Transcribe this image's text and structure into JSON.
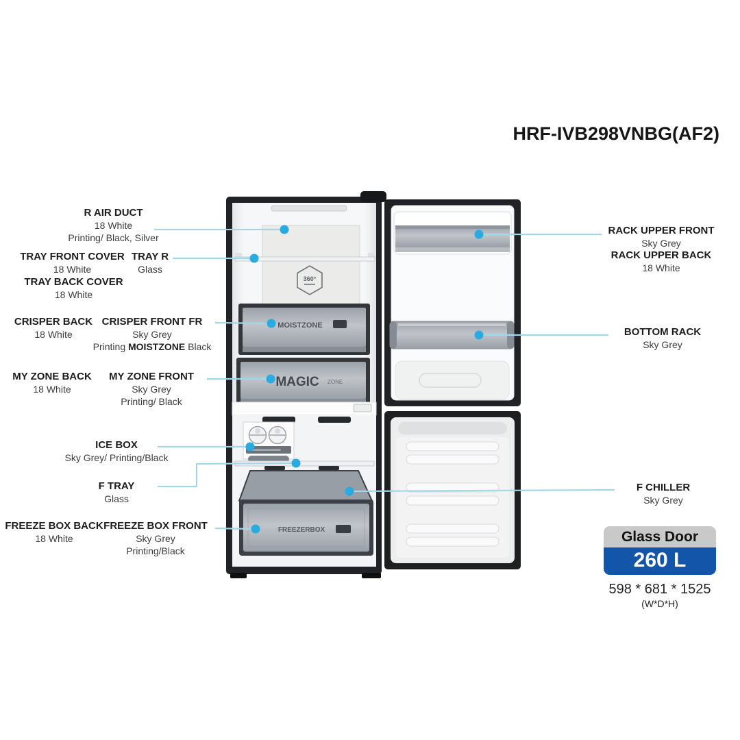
{
  "title": "HRF-IVB298VNBG(AF2)",
  "colors": {
    "accent_dot": "#29abe2",
    "leader_line": "#a5d6e8",
    "badge_blue": "#1355a8",
    "badge_grey": "#c9c9c9"
  },
  "parts": {
    "r_air_duct": {
      "name": "R AIR DUCT",
      "c1": "18 White",
      "c2": "Printing/ Black, Silver"
    },
    "tray_front_cover": {
      "name": "TRAY FRONT COVER",
      "c1": "18 White"
    },
    "tray_r": {
      "name": "TRAY R",
      "c1": "Glass"
    },
    "tray_back_cover": {
      "name": "TRAY BACK COVER",
      "c1": "18 White"
    },
    "crisper_back": {
      "name": "CRISPER BACK",
      "c1": "18 White"
    },
    "crisper_front_fr": {
      "name": "CRISPER FRONT FR",
      "c1": "Sky Grey",
      "c2a": "Printing ",
      "c2b": "MOISTZONE",
      "c2c": " Black"
    },
    "my_zone_back": {
      "name": "MY ZONE  BACK",
      "c1": "18 White"
    },
    "my_zone_front": {
      "name": "MY ZONE  FRONT",
      "c1": "Sky Grey",
      "c2": "Printing/ Black"
    },
    "ice_box": {
      "name": "ICE BOX",
      "c1": "Sky Grey/ Printing/Black"
    },
    "f_tray": {
      "name": "F TRAY",
      "c1": "Glass"
    },
    "freeze_box_back": {
      "name": "FREEZE BOX BACK",
      "c1": "18 White"
    },
    "freeze_box_front": {
      "name": "FREEZE BOX FRONT",
      "c1": "Sky Grey",
      "c2": "Printing/Black"
    },
    "rack_upper_front": {
      "name": "RACK UPPER FRONT",
      "c1": "Sky Grey"
    },
    "rack_upper_back": {
      "name": "RACK UPPER BACK",
      "c1": "18 White"
    },
    "bottom_rack": {
      "name": "BOTTOM RACK",
      "c1": "Sky Grey"
    },
    "f_chiller": {
      "name": "F CHILLER",
      "c1": "Sky Grey"
    }
  },
  "graphics": {
    "airflow_logo": "360°",
    "moistzone": "MOISTZONE",
    "magic": "MAGIC",
    "magic_sub": "ZONE",
    "freezerbox": "FREEZERBOX"
  },
  "badge": {
    "door_type": "Glass Door",
    "capacity": "260 L",
    "dimensions": "598 * 681 * 1525",
    "dimensions_unit": "(W*D*H)"
  }
}
